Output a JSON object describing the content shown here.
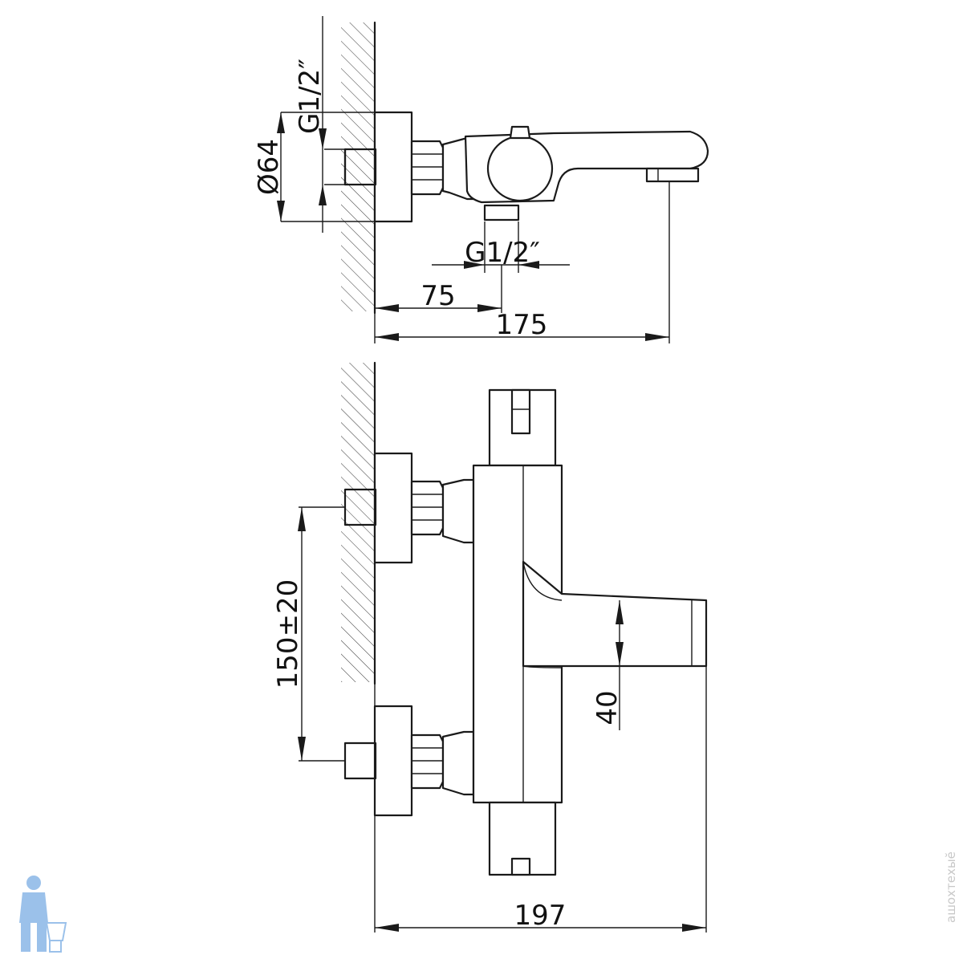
{
  "dimensions": {
    "thread_top": "G1/2″",
    "diameter": "Ø64",
    "thread_bottom": "G1/2″",
    "offset_inlet": "75",
    "depth_total": "175",
    "inlet_spacing": "150±20",
    "spout_height": "40",
    "width_total": "197"
  },
  "watermark": {
    "text": "ашохтехыӗ"
  },
  "colors": {
    "line": "#1a1a1a",
    "logo": "#4a90d9"
  }
}
